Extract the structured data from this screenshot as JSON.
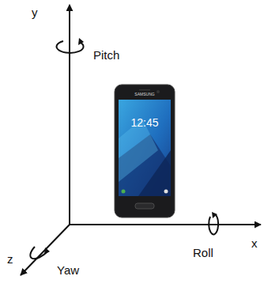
{
  "diagram": {
    "labels": [
      "y",
      "Pitch",
      "SAMSUNG",
      "12:45",
      "Roll",
      "x",
      "z",
      "Yaw"
    ]
  }
}
